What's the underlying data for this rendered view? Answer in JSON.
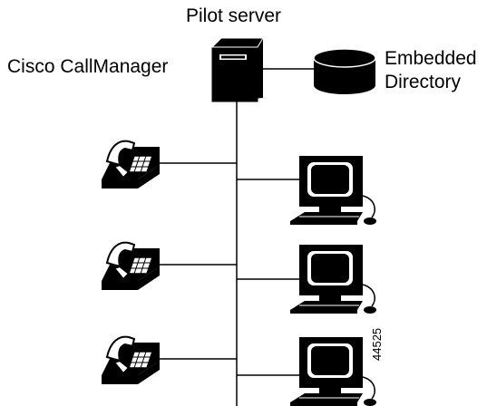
{
  "labels": {
    "pilot_server": "Pilot server",
    "call_manager": "Cisco CallManager",
    "directory_line1": "Embedded",
    "directory_line2": "Directory",
    "figure_number": "44525"
  },
  "icons": [
    "server-icon",
    "database-icon",
    "phone-icon",
    "workstation-icon"
  ],
  "colors": {
    "stroke": "#000000",
    "fill": "#000000",
    "background": "#ffffff"
  }
}
